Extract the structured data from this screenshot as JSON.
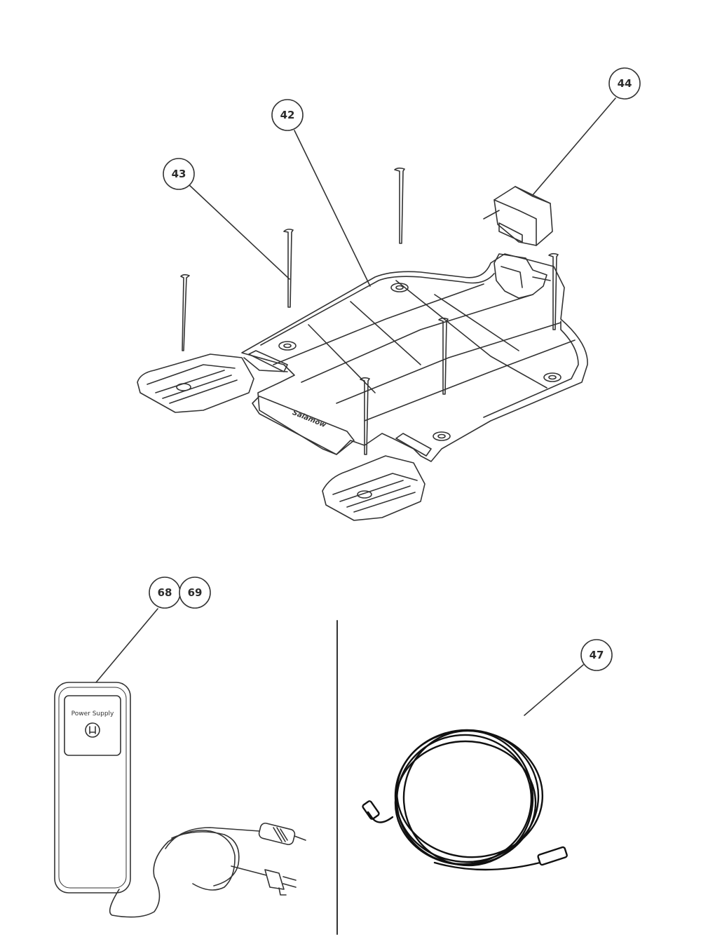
{
  "callouts": {
    "c42": "42",
    "c43": "43",
    "c44": "44",
    "c47": "47",
    "c68": "68",
    "c69": "69"
  },
  "power_supply_label": "Power Supply",
  "station_logo": "Salamow"
}
